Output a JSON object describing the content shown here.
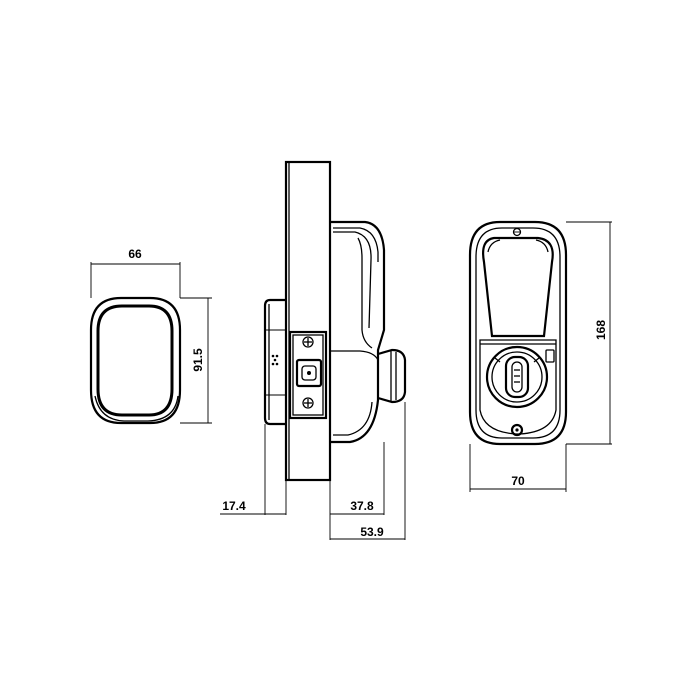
{
  "dimensions": {
    "front_width": "66",
    "front_height": "91.5",
    "depth_outside": "17.4",
    "depth_inside": "37.8",
    "depth_total": "53.9",
    "back_height": "168",
    "back_width": "70"
  },
  "colors": {
    "stroke": "#000000",
    "background": "#ffffff"
  }
}
